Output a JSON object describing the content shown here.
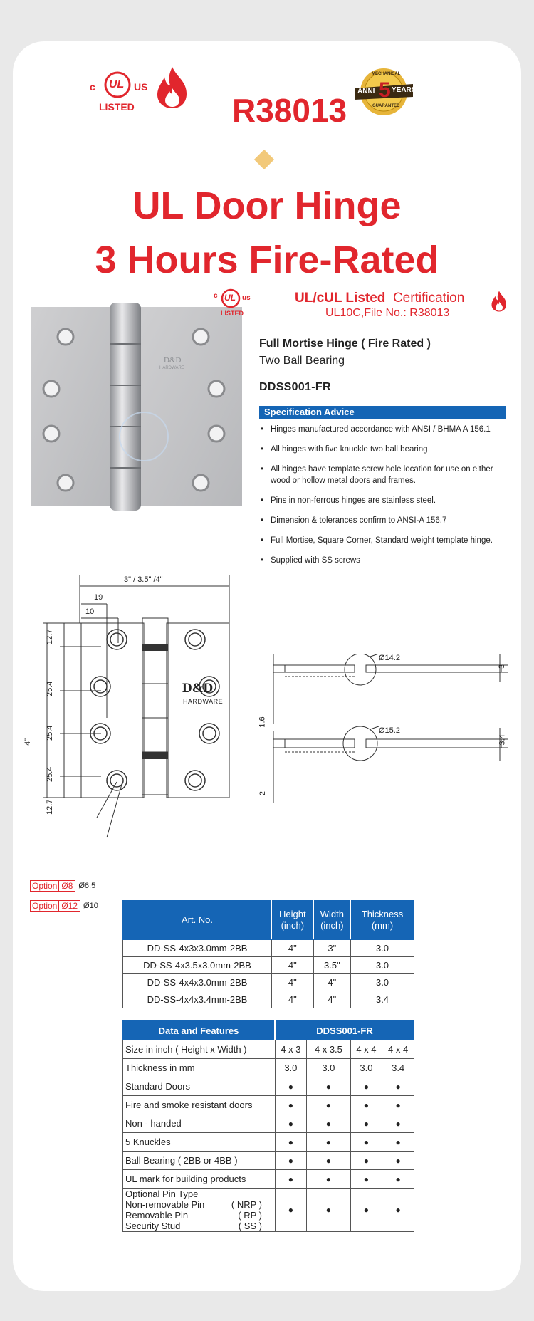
{
  "header": {
    "ul_logo": {
      "c": "c",
      "mark": "UL",
      "us": "US",
      "listed": "LISTED"
    },
    "r_code": "R38013",
    "guarantee": {
      "top": "MECHANICAL",
      "left": "ANNI",
      "num": "5",
      "right": "YEARS",
      "bottom": "GUARANTEE"
    }
  },
  "title": {
    "line1": "UL Door Hinge",
    "line2": "3 Hours Fire-Rated"
  },
  "certification": {
    "bold": "UL/cUL Listed",
    "label": "Certification",
    "file": "UL10C,File No.: R38013",
    "logo_c": "c",
    "logo_mark": "UL",
    "logo_us": "us",
    "logo_listed": "LISTED"
  },
  "product": {
    "name": "Full Mortise Hinge ( Fire Rated )",
    "sub": "Two Ball Bearing",
    "code": "DDSS001-FR",
    "brand": "D&D",
    "brand_sub": "HARDWARE"
  },
  "spec": {
    "heading": "Specification Advice",
    "items": [
      "Hinges manufactured accordance with ANSI / BHMA  A 156.1",
      "All hinges with five knuckle two ball bearing",
      "All hinges have template screw hole location for use on either wood or hollow metal doors and frames.",
      "Pins in non-ferrous hinges are stainless steel.",
      "Dimension & tolerances confirm to ANSI-A 156.7",
      "Full Mortise, Square Corner, Standard weight template hinge.",
      "Supplied with SS screws"
    ]
  },
  "drawing": {
    "width_label": "3\" / 3.5\" /4\"",
    "d19": "19",
    "d10": "10",
    "height_label": "4\"",
    "v1": "12.7",
    "v2": "25.4",
    "v3": "25.4",
    "v4": "25.4",
    "v5": "12.7",
    "brand": "D&D",
    "brand_sub": "HARDWARE",
    "opt1_label": "Option",
    "opt1_val": "Ø8",
    "opt1_dim": "Ø6.5",
    "opt2_label": "Option",
    "opt2_val": "Ø12",
    "opt2_dim": "Ø10",
    "side1_dia": "Ø14.2",
    "side1_thk": "3",
    "side1_left": "1.6",
    "side2_dia": "Ø15.2",
    "side2_thk": "3.4",
    "side2_left": "2"
  },
  "table1": {
    "headers": [
      "Art. No.",
      "Height\n(inch)",
      "Width\n(inch)",
      "Thickness\n(mm)"
    ],
    "h0": "Art. No.",
    "h1a": "Height",
    "h1b": "(inch)",
    "h2a": "Width",
    "h2b": "(inch)",
    "h3a": "Thickness",
    "h3b": "(mm)",
    "rows": [
      [
        "DD-SS-4x3x3.0mm-2BB",
        "4\"",
        "3\"",
        "3.0"
      ],
      [
        "DD-SS-4x3.5x3.0mm-2BB",
        "4\"",
        "3.5\"",
        "3.0"
      ],
      [
        "DD-SS-4x4x3.0mm-2BB",
        "4\"",
        "4\"",
        "3.0"
      ],
      [
        "DD-SS-4x4x3.4mm-2BB",
        "4\"",
        "4\"",
        "3.4"
      ]
    ]
  },
  "table2": {
    "h0": "Data and Features",
    "h1": "DDSS001-FR",
    "dot": "●",
    "rows": [
      {
        "label": "Size in inch ( Height x Width )",
        "vals": [
          "4 x 3",
          "4 x 3.5",
          "4 x 4",
          "4 x 4"
        ]
      },
      {
        "label": "Thickness in mm",
        "vals": [
          "3.0",
          "3.0",
          "3.0",
          "3.4"
        ]
      },
      {
        "label": "Standard Doors"
      },
      {
        "label": "Fire and smoke resistant doors"
      },
      {
        "label": "Non - handed"
      },
      {
        "label": "5 Knuckles"
      },
      {
        "label": "Ball Bearing ( 2BB or 4BB )"
      },
      {
        "label": "UL mark for building products"
      }
    ],
    "pin": {
      "title": "Optional Pin Type",
      "r1l": "Non-removable Pin",
      "r1r": "( NRP )",
      "r2l": "Removable Pin",
      "r2r": "( RP )",
      "r3l": "Security Stud",
      "r3r": "( SS )"
    }
  },
  "colors": {
    "red": "#e1262d",
    "blue": "#1565b5",
    "gold": "#e7b53a",
    "diamond": "#f2c97a"
  }
}
